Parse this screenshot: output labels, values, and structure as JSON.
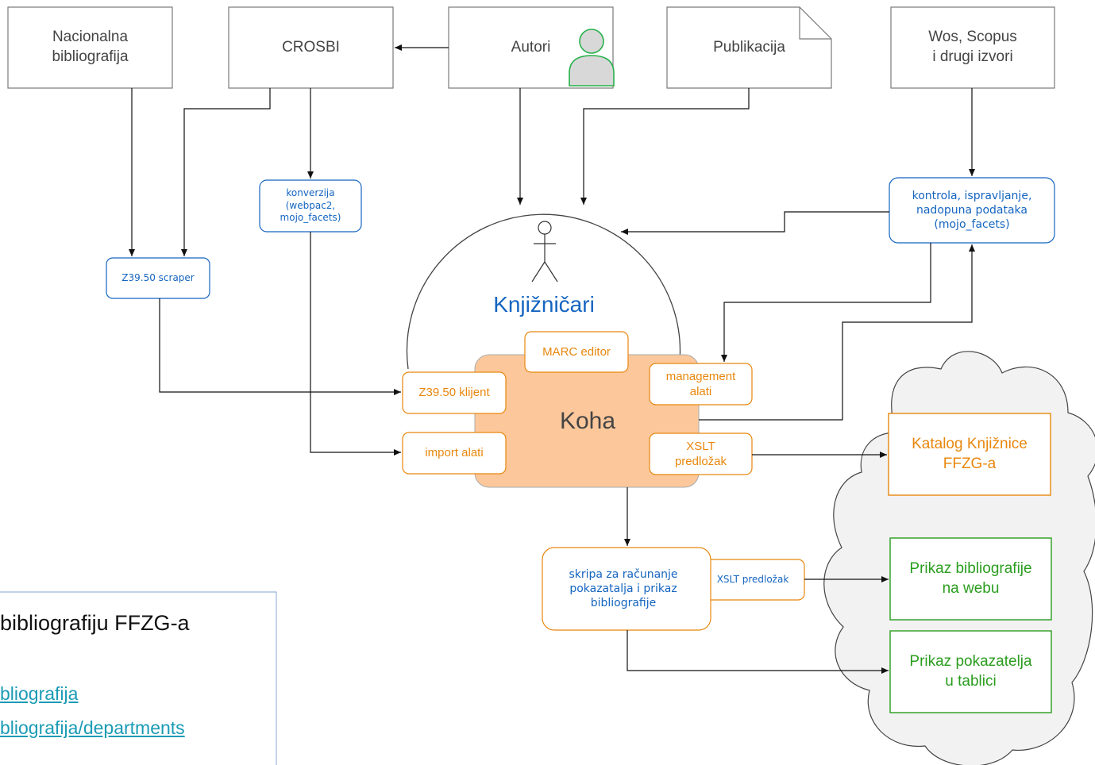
{
  "nodes": {
    "nacionalna": "Nacionalna\nbibliografija",
    "crosbi": "CROSBI",
    "autori": "Autori",
    "publikacija": "Publikacija",
    "wos": "Wos, Scopus\ni drugi izvori",
    "konverzija": "konverzija\n(webpac2,\nmojo_facets)",
    "kontrola": "kontrola, ispravljanje,\nnadopuna podataka\n(mojo_facets)",
    "z3950_scraper": "Z39.50 scraper",
    "knjiznicari": "Knjižničari",
    "marc_editor": "MARC editor",
    "z3950_klijent": "Z39.50 klijent",
    "management": "management\nalati",
    "koha": "Koha",
    "import_alati": "import alati",
    "xslt_koha": "XSLT\npredložak",
    "katalog": "Katalog Knjižnice\nFFZG-a",
    "skripa": "skripa za računanje\npokazatalja i prikaz\nbibliografije",
    "xslt_skripa": "XSLT predložak",
    "prikaz_bibliografije": "Prikaz bibliografije\nna webu",
    "prikaz_pokazatelja": "Prikaz pokazatelja\nu tablici"
  },
  "info_panel": {
    "title": "bibliografiju FFZG-a",
    "link1": "bliografija",
    "link2": "bliografija/departments"
  },
  "colors": {
    "gray_border": "#7a7a7a",
    "blue": "#1565c0",
    "orange": "#e8870e",
    "koha_fill": "#fcc89b",
    "green": "#2a9d1e",
    "cloud_fill": "#f2f2f2"
  }
}
